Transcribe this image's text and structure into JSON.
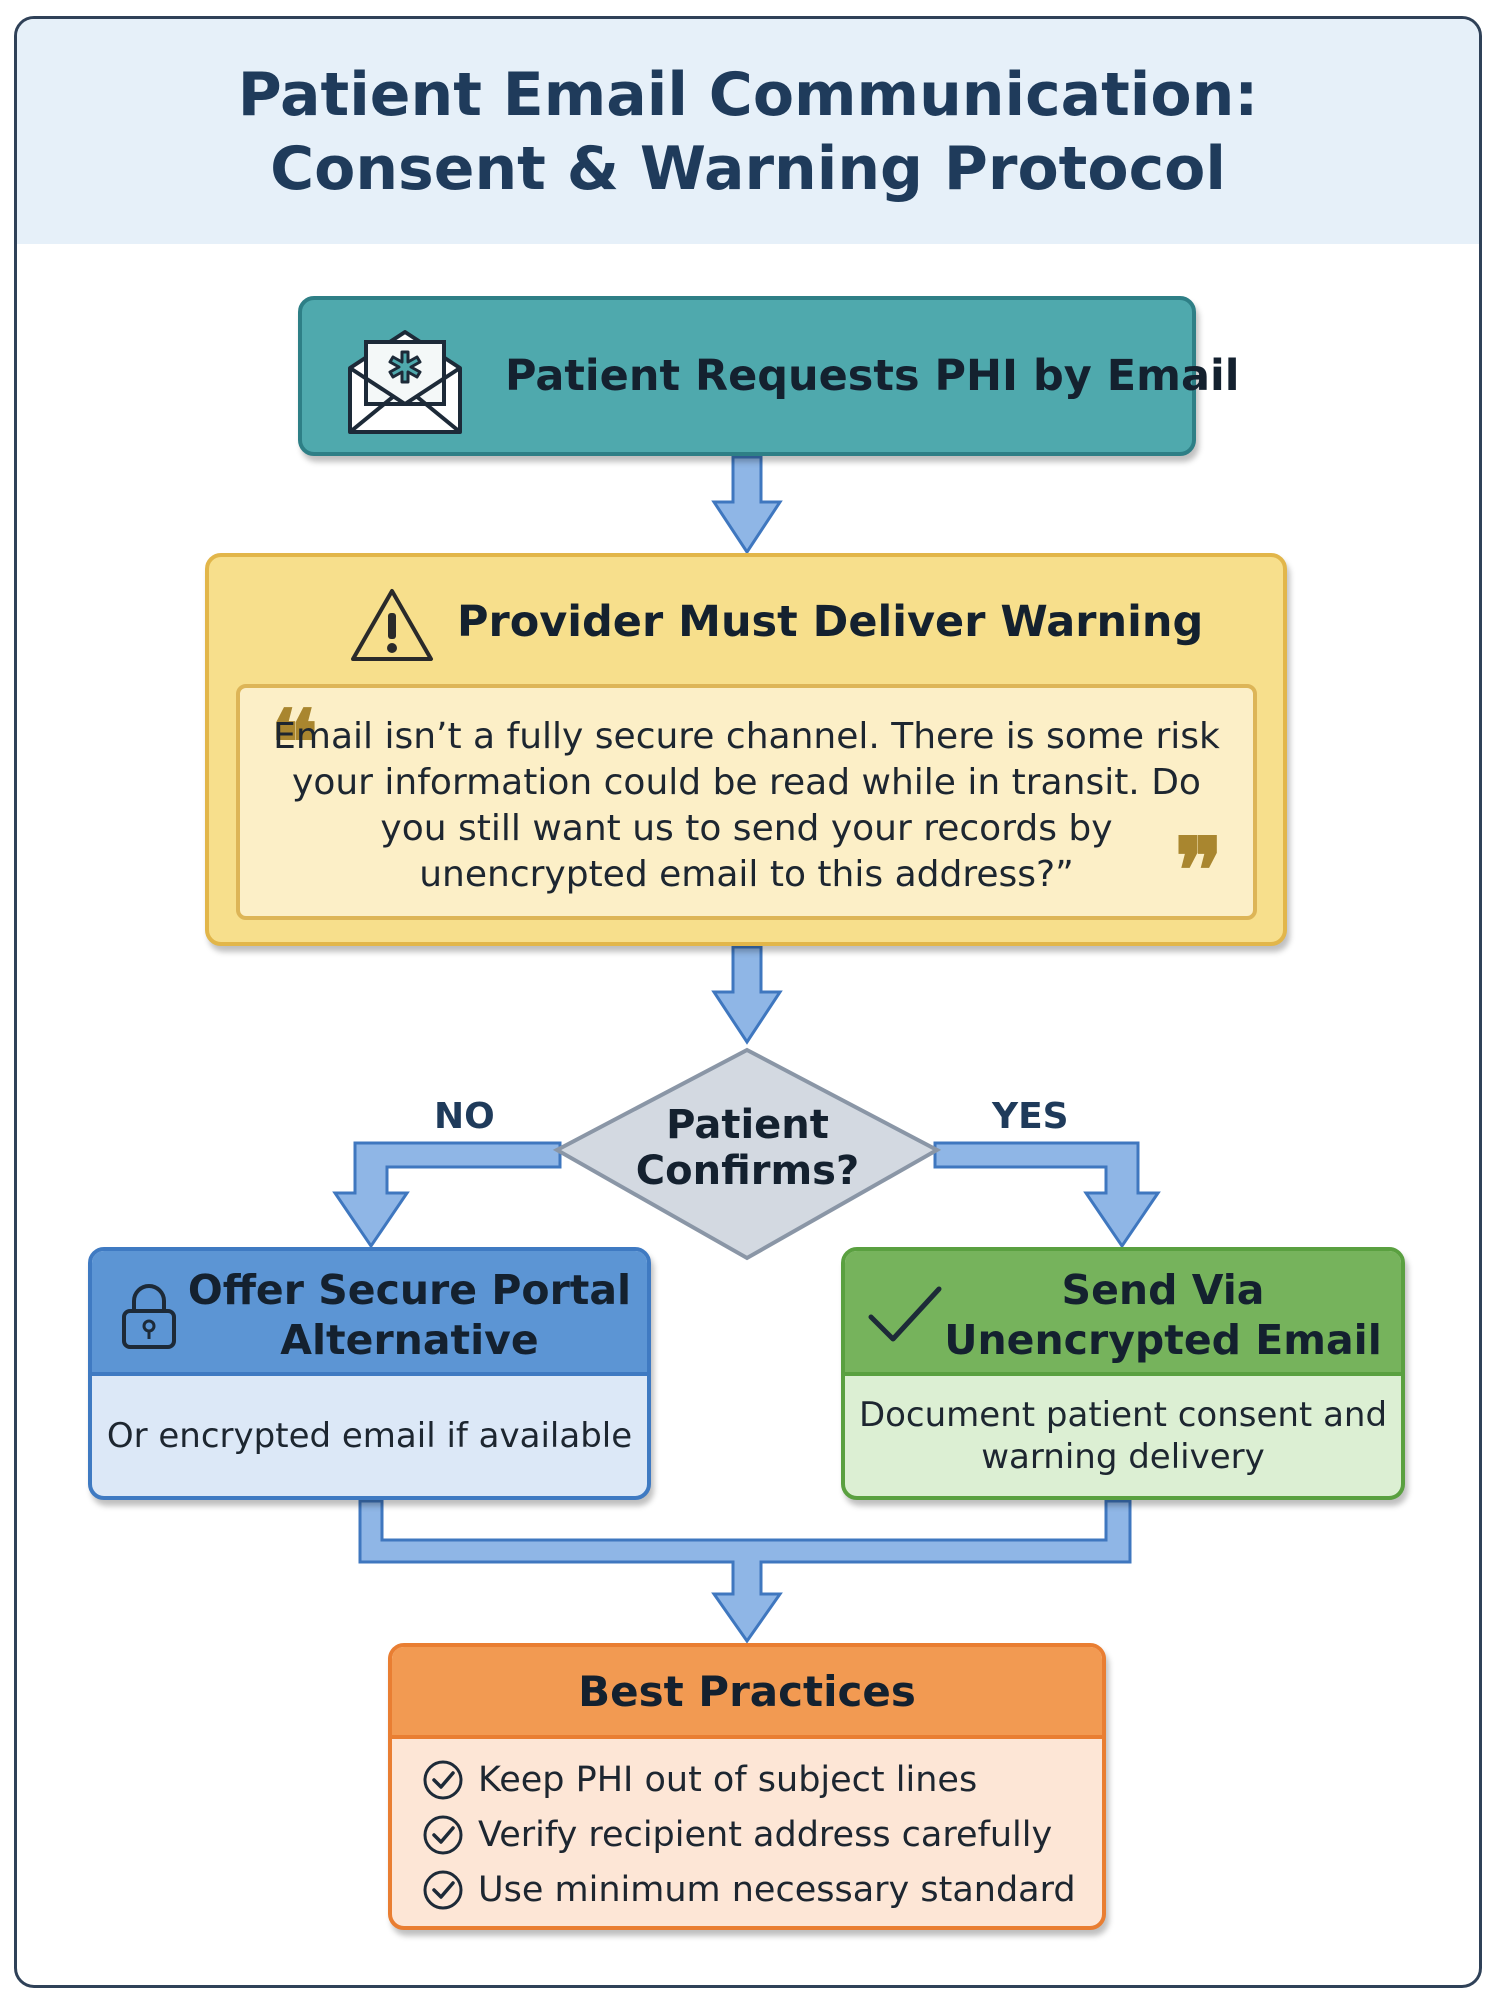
{
  "title": {
    "line1": "Patient Email Communication:",
    "line2": "Consent & Warning Protocol"
  },
  "request": {
    "label": "Patient Requests PHI by Email",
    "icon": "envelope-medical-icon"
  },
  "warning": {
    "title": "Provider Must Deliver Warning",
    "icon": "warning-triangle-icon",
    "quote": "Email isn’t a fully secure channel. There is some risk your information could be read while in transit. Do you still want us to send your records by unencrypted email to this address?”",
    "quote_open": "❝",
    "quote_close": "❞"
  },
  "decision": {
    "label": "Patient Confirms?",
    "no_label": "NO",
    "yes_label": "YES"
  },
  "portal": {
    "title": "Offer Secure Portal Alternative",
    "body": "Or encrypted email if available",
    "icon": "padlock-icon"
  },
  "send": {
    "title": "Send Via Unencrypted Email",
    "body": "Document patient consent and warning delivery",
    "icon": "checkmark-icon"
  },
  "best_practices": {
    "title": "Best Practices",
    "items": [
      "Keep PHI out of subject lines",
      "Verify recipient address carefully",
      "Use minimum necessary standard"
    ]
  },
  "colors": {
    "title_band": "#e6f0f9",
    "title_text": "#1f3b5b",
    "request_fill": "#4fa9ad",
    "warning_fill": "#f7df8c",
    "decision_fill": "#d3d9e1",
    "portal_header": "#5c95d4",
    "send_header": "#76b35c",
    "best_header": "#f29a52",
    "arrow": "#5b93d6"
  }
}
